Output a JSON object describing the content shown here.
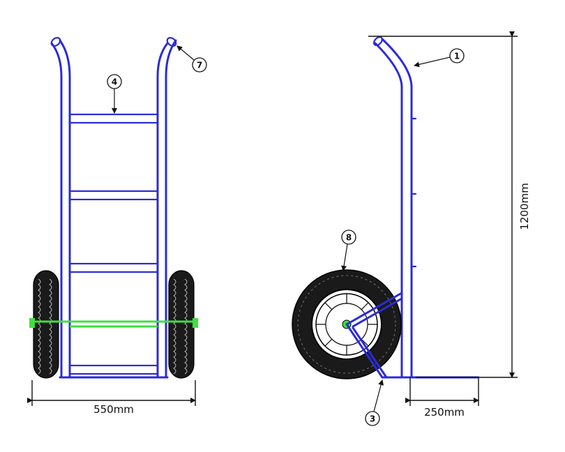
{
  "colors": {
    "frame": "#2b2bd8",
    "axle": "#3ee03e",
    "tyre": "#1a1a1a",
    "dimension": "#111111"
  },
  "dimensions": {
    "width": "550mm",
    "height": "1200mm",
    "toe_plate": "250mm"
  },
  "callouts": [
    {
      "number": "1",
      "target": "handle"
    },
    {
      "number": "3",
      "target": "wheel-bracket"
    },
    {
      "number": "4",
      "target": "cross-bar"
    },
    {
      "number": "7",
      "target": "handle-grip"
    },
    {
      "number": "8",
      "target": "wheel"
    }
  ]
}
